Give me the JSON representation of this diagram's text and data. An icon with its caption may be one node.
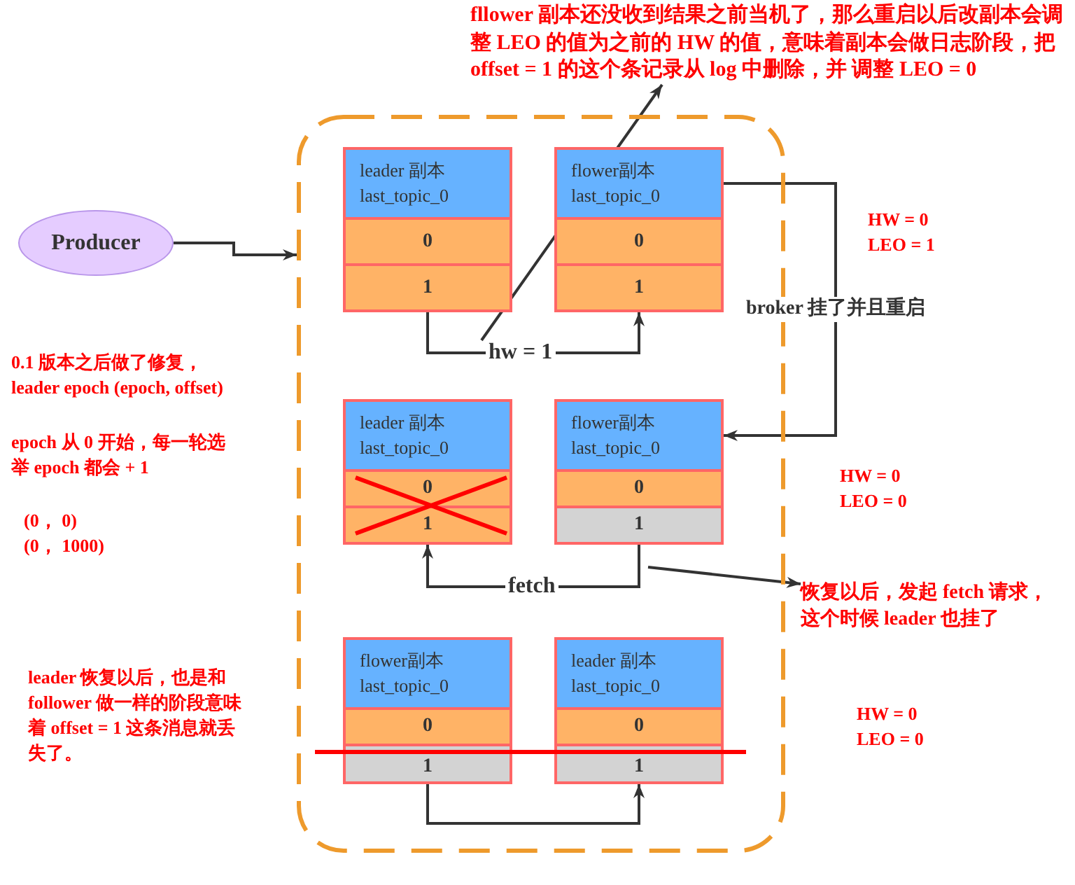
{
  "diagram": {
    "nodes": [
      {
        "text": [
          "fllower 副本还没收到结果之前当机了，那么重启以后改副本会调整 LEO 的值为之前的 HW 的值，意味着副本会做日志阶段，把 offset = 1 的这个条记录从 log 中删除，并 调整 LEO = 0"
        ]
      },
      {
        "text": [
          "Producer"
        ]
      },
      {
        "text": [],
        "shape": "box"
      },
      {
        "text": [
          "leader 副本 last_topic_0"
        ],
        "in": 2
      },
      {
        "text": [
          "0"
        ],
        "in": 2
      },
      {
        "text": [
          "1"
        ],
        "in": 2
      },
      {
        "text": [
          "flower副本 last_topic_0"
        ],
        "in": 2
      },
      {
        "text": [
          "0"
        ],
        "in": 2
      },
      {
        "text": [
          "1"
        ],
        "in": 2
      },
      {
        "text": [
          "leader 副本 last_topic_0"
        ],
        "in": 2
      },
      {
        "text": [
          "0"
        ],
        "in": 2
      },
      {
        "text": [
          "1"
        ],
        "in": 2
      },
      {
        "text": [
          "flower副本 last_topic_0"
        ],
        "in": 2
      },
      {
        "text": [
          "0"
        ],
        "in": 2
      },
      {
        "text": [
          "1"
        ],
        "in": 2
      },
      {
        "text": [
          "flower副本 last_topic_0"
        ],
        "in": 2
      },
      {
        "text": [
          "0"
        ],
        "in": 2
      },
      {
        "text": [
          "1"
        ],
        "in": 2
      },
      {
        "text": [
          "leader 副本 last_topic_0"
        ],
        "in": 2
      },
      {
        "text": [
          "0"
        ],
        "in": 2
      },
      {
        "text": [
          "1"
        ],
        "in": 2
      },
      {
        "text": [
          "恢复以后，发起 fetch 请求，这个时候 leader 也挂了"
        ]
      }
    ],
    "edges": [
      {
        "from": 1,
        "to": 2,
        "arrow": "to"
      },
      {
        "from": 5,
        "to": 8,
        "arrow": "to",
        "label": "hw = 1"
      },
      {
        "from": 6,
        "to": 12,
        "arrow": "to",
        "label": "broker 挂了并且重启"
      },
      {
        "from": 14,
        "to": 11,
        "arrow": "to",
        "label": "fetch"
      },
      {
        "from": 17,
        "to": 20,
        "arrow": "to"
      },
      {
        "from": null,
        "to": 0,
        "arrow": "to"
      },
      {
        "from": null,
        "to": 21,
        "arrow": "to"
      }
    ],
    "labels": [
      "HW = 0 LEO = 1",
      "0.1 版本之后做了修复，leader epoch (epoch, offset)",
      "epoch 从 0 开始，每一轮选举 epoch 都会 + 1",
      "HW = 0 LEO = 0",
      "(0， 0)",
      "(0， 1000)",
      "leader 恢复以后，也是和 follower 做一样的阶段意味着 offset = 1 这条消息就丢失了。",
      "HW = 0 LEO = 0"
    ]
  }
}
